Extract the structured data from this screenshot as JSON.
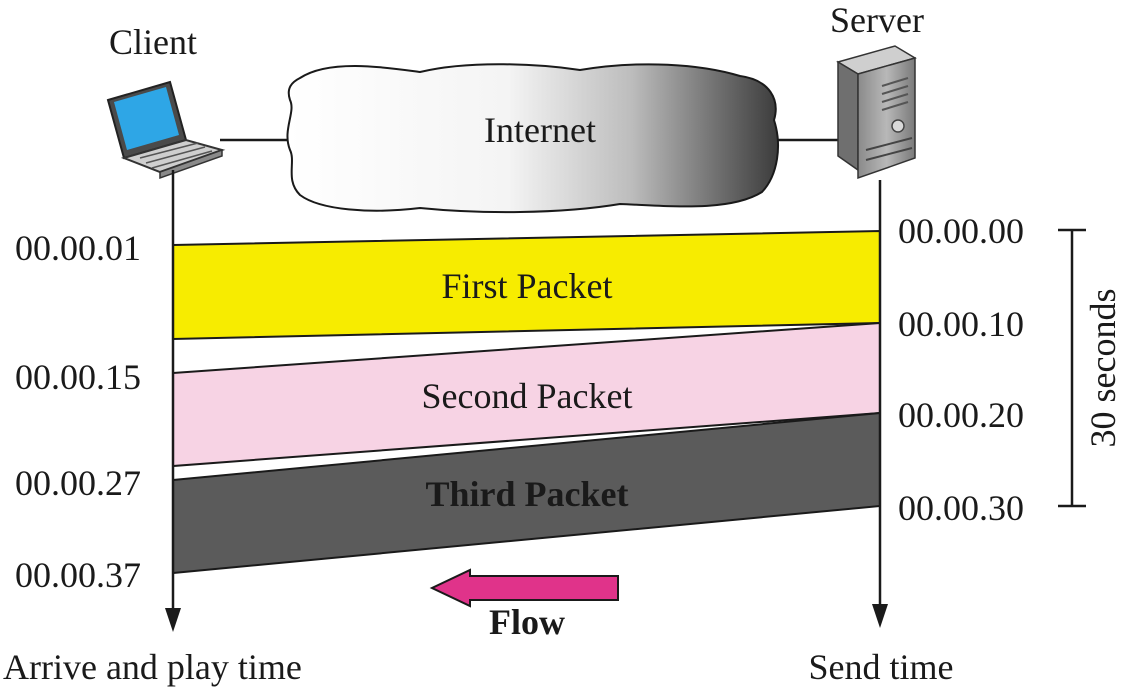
{
  "client": {
    "label": "Client"
  },
  "server": {
    "label": "Server"
  },
  "cloud": {
    "label": "Internet"
  },
  "client_times": [
    "00.00.01",
    "00.00.15",
    "00.00.27",
    "00.00.37"
  ],
  "server_times": [
    "00.00.00",
    "00.00.10",
    "00.00.20",
    "00.00.30"
  ],
  "packets": [
    {
      "label": "First Packet",
      "color": "#f7ec00",
      "text_color": "#1a1a1a"
    },
    {
      "label": "Second Packet",
      "color": "#f7d3e4",
      "text_color": "#1a1a1a"
    },
    {
      "label": "Third Packet",
      "color": "#5b5b5b",
      "text_color": "#ffffff"
    }
  ],
  "span": {
    "label": "30 seconds"
  },
  "flow": {
    "label": "Flow",
    "color": "#e0338a"
  },
  "axes": {
    "client_label": "Arrive and play time",
    "server_label": "Send time"
  },
  "icons": {
    "client": "laptop-icon",
    "server": "server-tower-icon"
  }
}
